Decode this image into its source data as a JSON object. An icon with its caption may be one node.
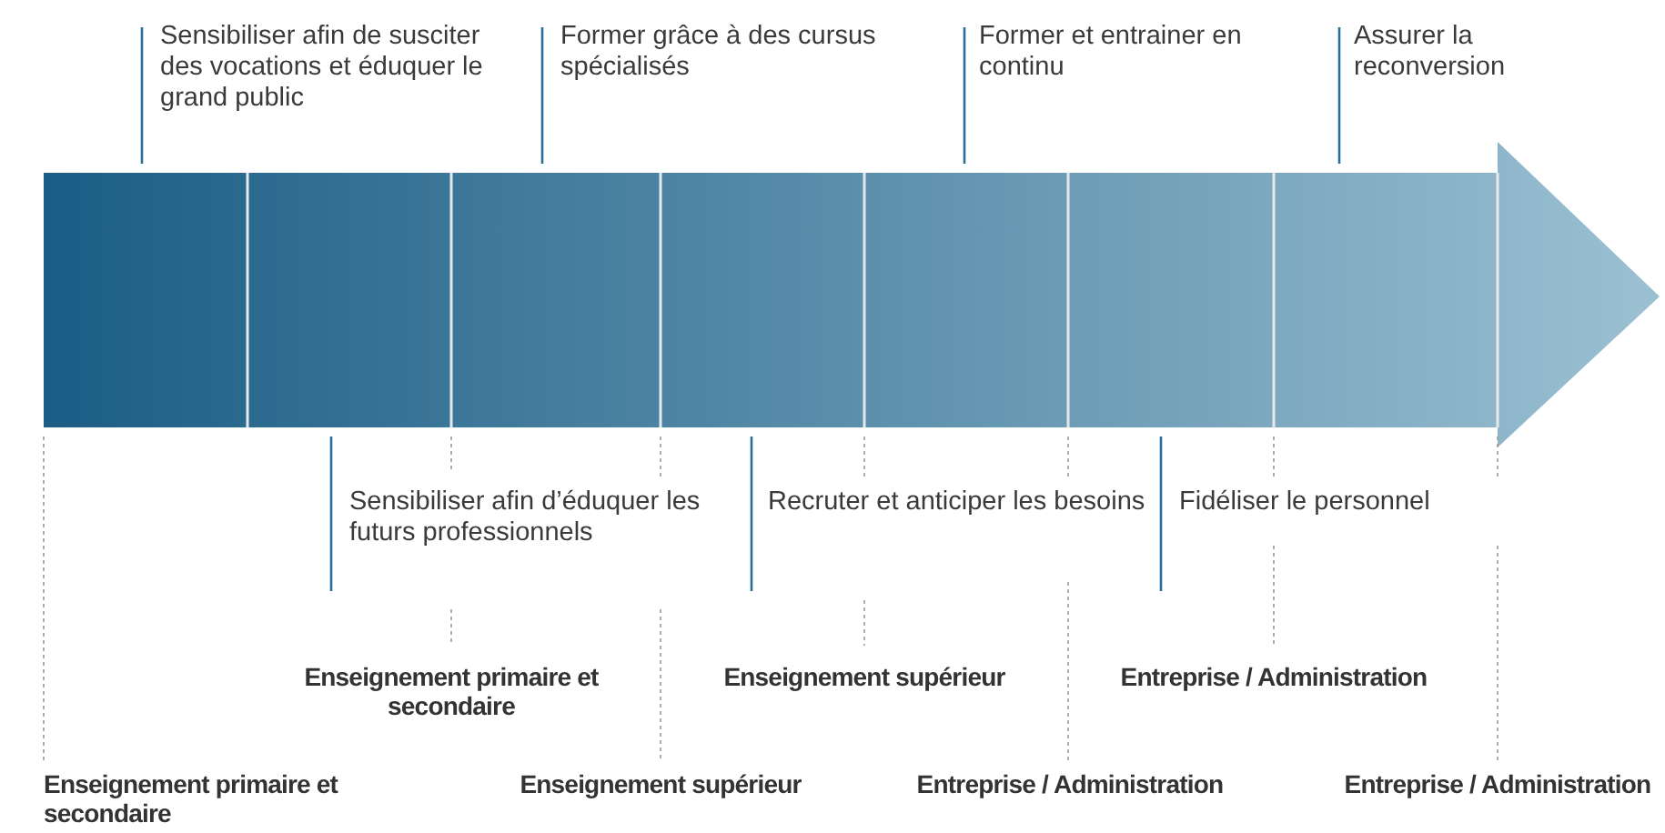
{
  "diagram": {
    "labels": [
      "Sensibiliser afin de susciter des vocations et éduquer le grand public",
      "Former grâce à des cursus spécialisés",
      "Former et entrainer en continu",
      "Assurer la reconversion",
      "Sensibiliser afin d’éduquer les futurs professionnels",
      "Recruter et anticiper les besoins",
      "Fidéliser le personnel",
      "Enseignement primaire et secondaire",
      "Enseignement supérieur",
      "Entreprise / Administration",
      "Enseignement primaire et secondaire",
      "Enseignement supérieur",
      "Entreprise / Administration",
      "Entreprise / Administration"
    ]
  }
}
